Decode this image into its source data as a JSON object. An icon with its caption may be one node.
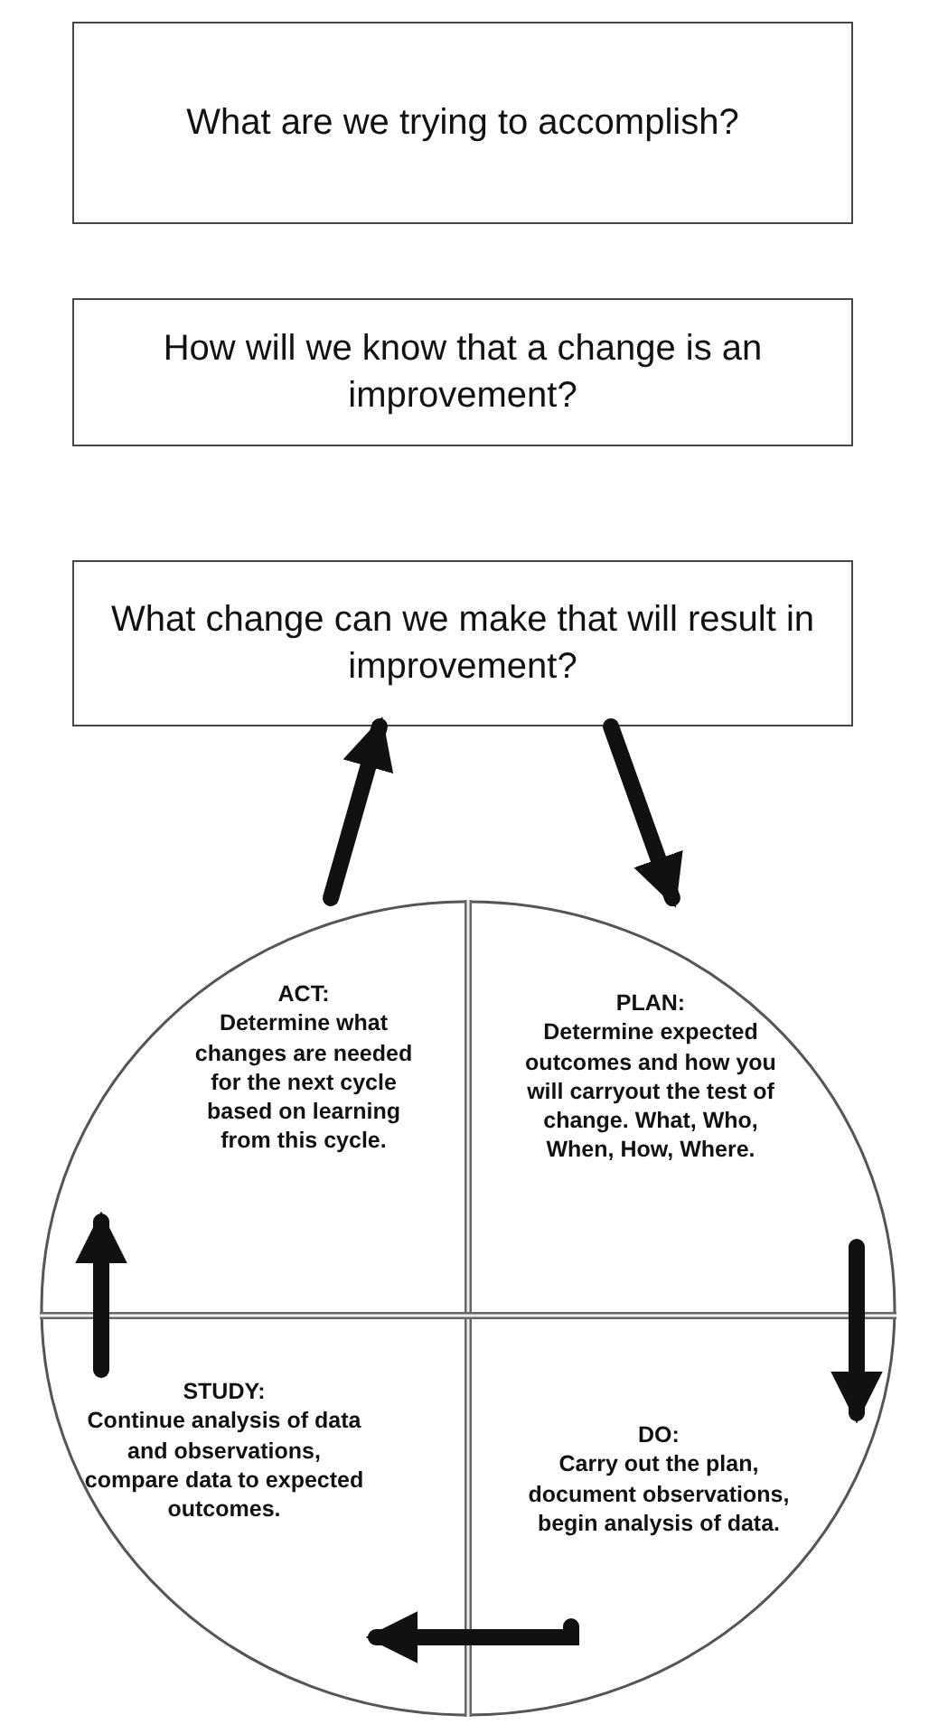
{
  "diagram": {
    "nodes": [
      {
        "text": [
          "What are we trying to accomplish?"
        ]
      },
      {
        "text": [
          "How will we know that a change is an improvement?"
        ]
      },
      {
        "text": [
          "What change can we make that will result in improvement?"
        ]
      },
      {
        "text": [],
        "shape": "circle"
      },
      {
        "text": [
          "ACT:",
          "Determine what changes are needed for the next cycle based on learning from this cycle."
        ],
        "in": 3
      },
      {
        "text": [
          "PLAN:",
          "Determine expected outcomes and how you will carryout the test of change. What, Who, When, How, Where."
        ],
        "in": 3
      },
      {
        "text": [
          "STUDY:",
          "Continue analysis of data and observations, compare data to expected outcomes."
        ],
        "in": 3
      },
      {
        "text": [
          "DO:",
          "Carry out the plan, document observations, begin analysis of data."
        ],
        "in": 3
      }
    ],
    "edges": [
      {
        "from": 4,
        "to": 2,
        "arrow": "to"
      },
      {
        "from": 2,
        "to": 5,
        "arrow": "to"
      },
      {
        "from": 5,
        "to": 7,
        "arrow": "to"
      },
      {
        "from": 7,
        "to": 6,
        "arrow": "to"
      },
      {
        "from": 6,
        "to": 4,
        "arrow": "to"
      }
    ]
  }
}
